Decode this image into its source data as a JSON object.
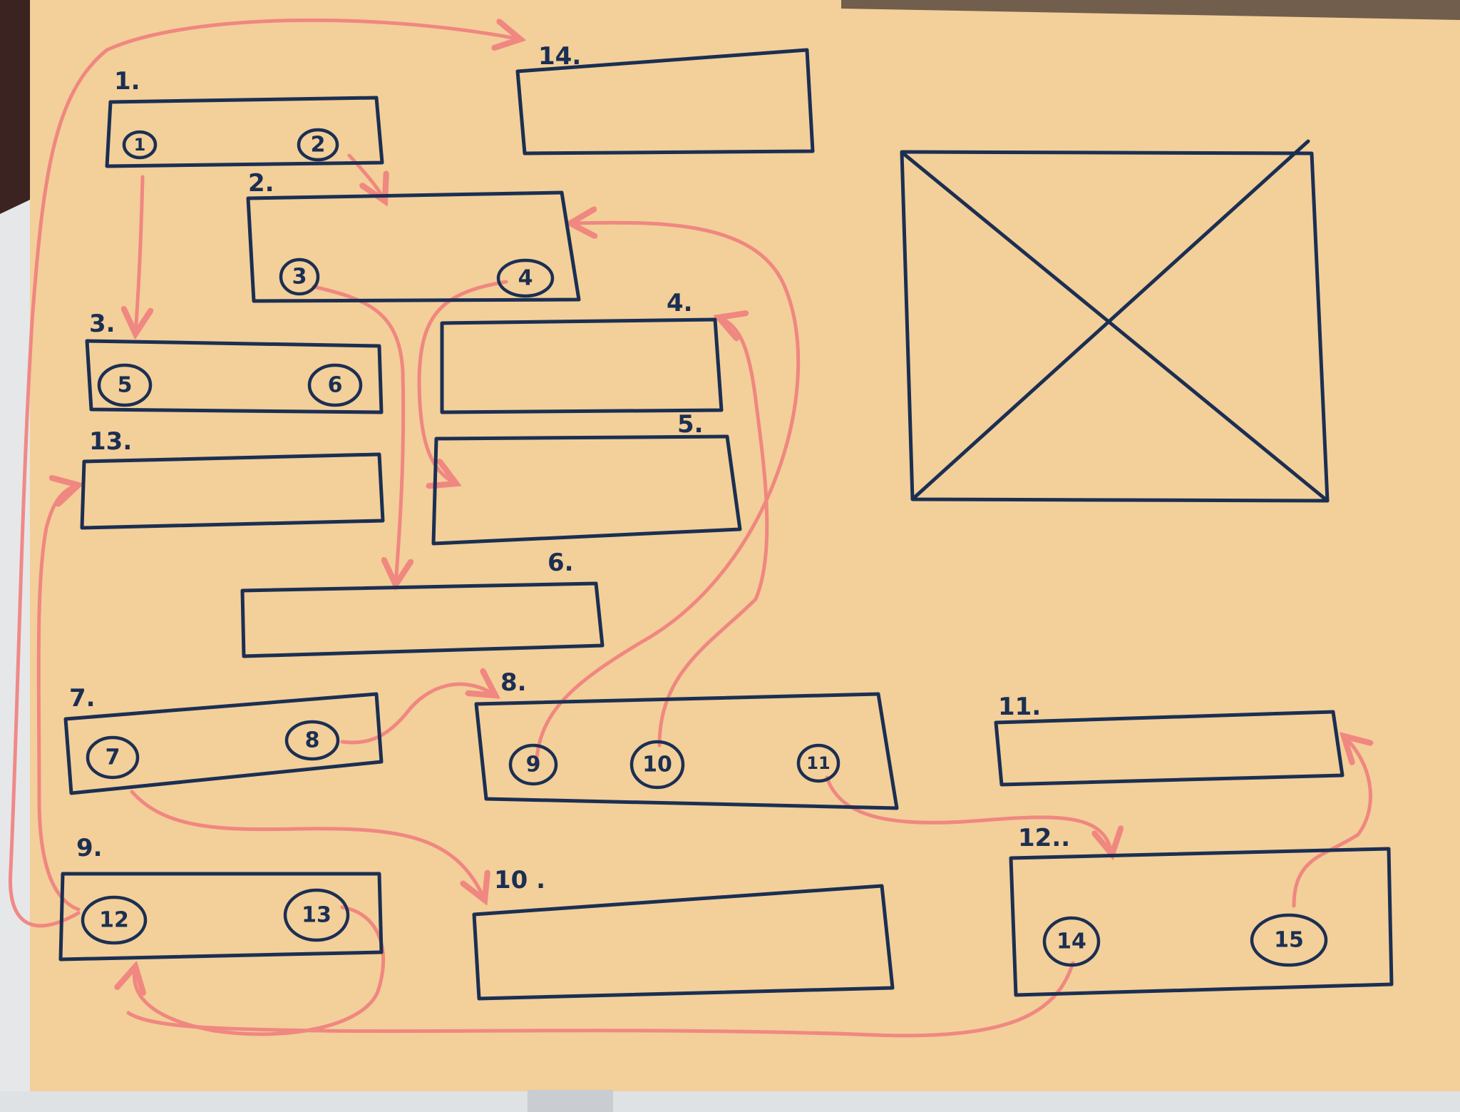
{
  "colors": {
    "paper": "#f3cf9a",
    "ink": "#1b2f52",
    "arrow": "#f0807f",
    "edge_dark": "#3a2321",
    "background": "#e8e9ea"
  },
  "boxes": [
    {
      "id": "1",
      "label": "1."
    },
    {
      "id": "2",
      "label": "2."
    },
    {
      "id": "3",
      "label": "3."
    },
    {
      "id": "4",
      "label": "4."
    },
    {
      "id": "5",
      "label": "5."
    },
    {
      "id": "6",
      "label": "6."
    },
    {
      "id": "7",
      "label": "7."
    },
    {
      "id": "8",
      "label": "8."
    },
    {
      "id": "9",
      "label": "9."
    },
    {
      "id": "10",
      "label": "10 ."
    },
    {
      "id": "11",
      "label": "11."
    },
    {
      "id": "12",
      "label": "12.."
    },
    {
      "id": "13",
      "label": "13."
    },
    {
      "id": "14",
      "label": "14."
    }
  ],
  "circles": [
    {
      "id": "1",
      "label": "1"
    },
    {
      "id": "2",
      "label": "2"
    },
    {
      "id": "3",
      "label": "3"
    },
    {
      "id": "4",
      "label": "4"
    },
    {
      "id": "5",
      "label": "5"
    },
    {
      "id": "6",
      "label": "6"
    },
    {
      "id": "7",
      "label": "7"
    },
    {
      "id": "8",
      "label": "8"
    },
    {
      "id": "9",
      "label": "9"
    },
    {
      "id": "10",
      "label": "10"
    },
    {
      "id": "11",
      "label": "11"
    },
    {
      "id": "12",
      "label": "12"
    },
    {
      "id": "13",
      "label": "13"
    },
    {
      "id": "14",
      "label": "14"
    },
    {
      "id": "15",
      "label": "15"
    }
  ],
  "placeholder": {
    "type": "image-placeholder",
    "icon": "crossed-box-icon"
  },
  "arrows": [
    {
      "from": "circle-1",
      "to": "box-3"
    },
    {
      "from": "circle-2",
      "to": "box-2"
    },
    {
      "from": "circle-3",
      "to": "box-6"
    },
    {
      "from": "circle-4",
      "to": "box-5"
    },
    {
      "from": "circle-8",
      "to": "box-8"
    },
    {
      "from": "circle-7",
      "to": "box-10"
    },
    {
      "from": "circle-9",
      "to": "box-2"
    },
    {
      "from": "circle-10",
      "to": "box-4"
    },
    {
      "from": "circle-11",
      "to": "box-12"
    },
    {
      "from": "circle-15",
      "to": "box-11"
    },
    {
      "from": "circle-12",
      "to": "box-13"
    },
    {
      "from": "circle-12",
      "to": "box-14"
    },
    {
      "from": "circle-13",
      "to": "box-9"
    },
    {
      "from": "circle-14",
      "to": "box-9"
    }
  ]
}
